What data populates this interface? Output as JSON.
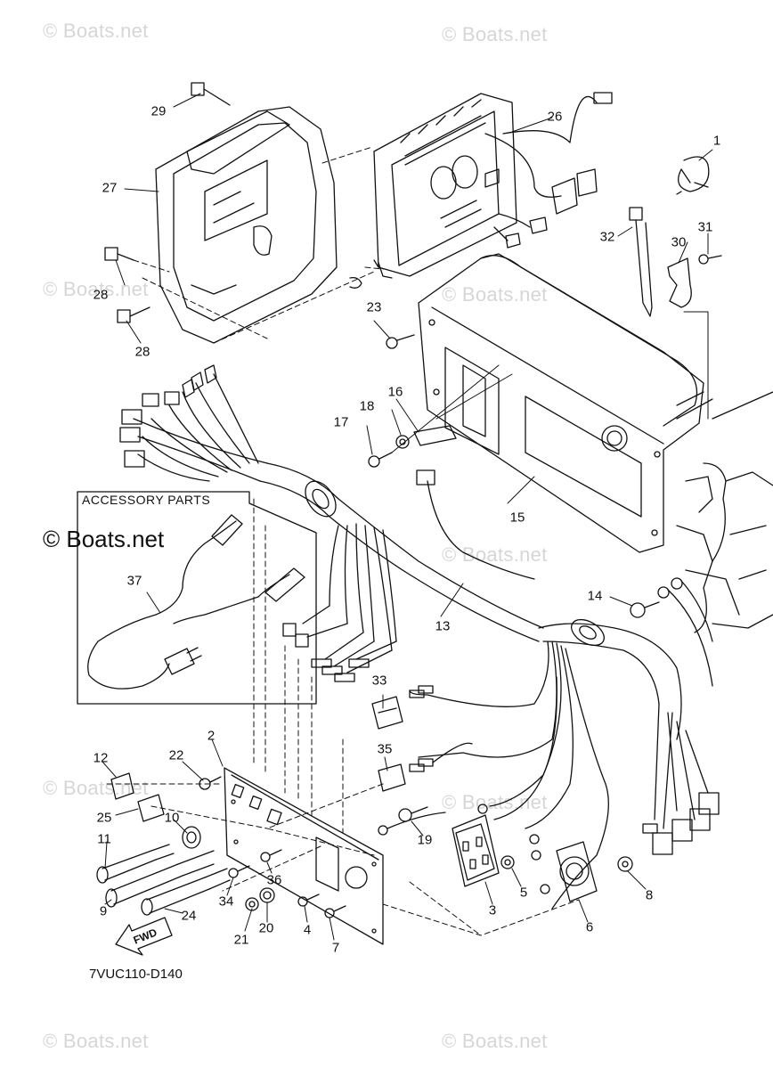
{
  "watermark": {
    "text": "© Boats.net"
  },
  "diagram": {
    "accessory_box_title": "ACCESSORY PARTS",
    "part_number": "7VUC110-D140",
    "fwd_label": "FWD",
    "callouts": [
      "1",
      "2",
      "3",
      "4",
      "5",
      "6",
      "7",
      "8",
      "9",
      "10",
      "11",
      "12",
      "13",
      "14",
      "15",
      "16",
      "17",
      "18",
      "19",
      "20",
      "21",
      "22",
      "23",
      "24",
      "25",
      "26",
      "27",
      "28",
      "28",
      "29",
      "30",
      "31",
      "32",
      "33",
      "34",
      "35",
      "36",
      "37"
    ]
  }
}
